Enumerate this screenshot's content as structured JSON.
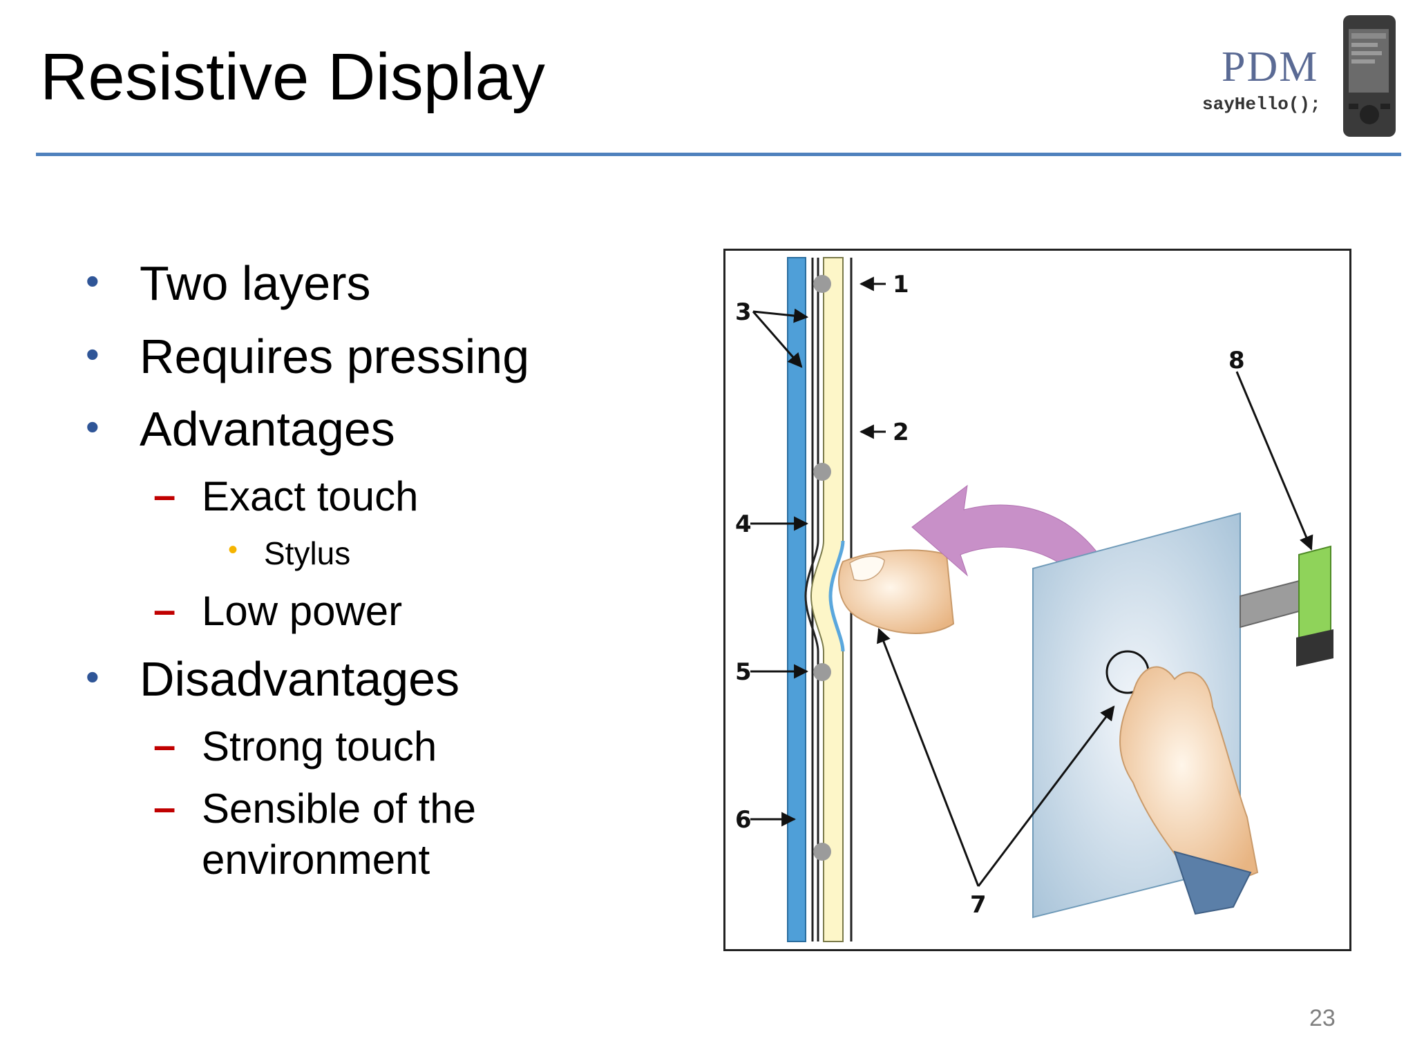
{
  "slide": {
    "title": "Resistive Display",
    "page_number": "23"
  },
  "logo": {
    "title": "PDM",
    "subtitle": "sayHello();"
  },
  "bullets": [
    {
      "level": 1,
      "text": "Two layers"
    },
    {
      "level": 1,
      "text": "Requires pressing"
    },
    {
      "level": 1,
      "text": "Advantages"
    },
    {
      "level": 2,
      "text": "Exact touch"
    },
    {
      "level": 3,
      "text": "Stylus"
    },
    {
      "level": 2,
      "text": "Low power"
    },
    {
      "level": 1,
      "text": "Disadvantages"
    },
    {
      "level": 2,
      "text": "Strong touch"
    },
    {
      "level": 2,
      "text": "Sensible of the"
    },
    {
      "level": 2,
      "text": "environment"
    }
  ],
  "markers": {
    "level1": "•",
    "level2": "–",
    "level3": "•"
  },
  "diagram": {
    "labels": [
      "1",
      "2",
      "3",
      "4",
      "5",
      "6",
      "7",
      "8"
    ]
  },
  "colors": {
    "rule": "#4f81bd",
    "bullet_level1": "#2f5597",
    "bullet_level2": "#c00000",
    "bullet_level3": "#f5b400"
  }
}
